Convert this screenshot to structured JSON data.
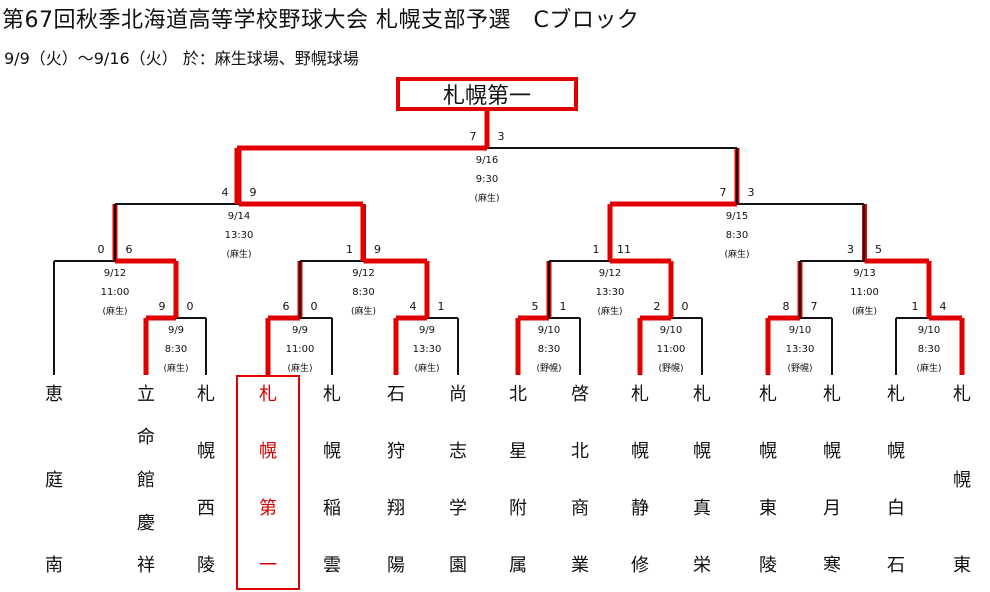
{
  "title": "第67回秋季北海道高等学校野球大会 札幌支部予選　Cブロック",
  "subtitle": "9/9（火）〜9/16（火） 於：麻生球場、野幌球場",
  "champion": "札幌第一",
  "teams": [
    {
      "name": "恵庭南",
      "chars": [
        "恵",
        "庭",
        "南"
      ],
      "layout": "c3"
    },
    {
      "name": "立命館慶祥",
      "chars": [
        "立",
        "命",
        "館",
        "慶",
        "祥"
      ],
      "layout": "c5"
    },
    {
      "name": "札幌西陵",
      "chars": [
        "札",
        "幌",
        "西",
        "陵"
      ],
      "layout": "c4"
    },
    {
      "name": "札幌第一",
      "chars": [
        "札",
        "幌",
        "第",
        "一"
      ],
      "layout": "c4",
      "winner": true
    },
    {
      "name": "札幌稲雲",
      "chars": [
        "札",
        "幌",
        "稲",
        "雲"
      ],
      "layout": "c4"
    },
    {
      "name": "石狩翔陽",
      "chars": [
        "石",
        "狩",
        "翔",
        "陽"
      ],
      "layout": "c4"
    },
    {
      "name": "尚志学園",
      "chars": [
        "尚",
        "志",
        "学",
        "園"
      ],
      "layout": "c4"
    },
    {
      "name": "北星附属",
      "chars": [
        "北",
        "星",
        "附",
        "属"
      ],
      "layout": "c4"
    },
    {
      "name": "啓北商業",
      "chars": [
        "啓",
        "北",
        "商",
        "業"
      ],
      "layout": "c4"
    },
    {
      "name": "札幌静修",
      "chars": [
        "札",
        "幌",
        "静",
        "修"
      ],
      "layout": "c4"
    },
    {
      "name": "札幌真栄",
      "chars": [
        "札",
        "幌",
        "真",
        "栄"
      ],
      "layout": "c4"
    },
    {
      "name": "札幌東陵",
      "chars": [
        "札",
        "幌",
        "東",
        "陵"
      ],
      "layout": "c4"
    },
    {
      "name": "札幌月寒",
      "chars": [
        "札",
        "幌",
        "月",
        "寒"
      ],
      "layout": "c4"
    },
    {
      "name": "札幌白石",
      "chars": [
        "札",
        "幌",
        "白",
        "石"
      ],
      "layout": "c4"
    },
    {
      "name": "札幌東",
      "chars": [
        "札",
        "幌",
        "東"
      ],
      "layout": "c3b"
    }
  ],
  "matches": [
    {
      "id": "r1a",
      "date": "9/9",
      "time": "8:30",
      "venue": "(麻生)",
      "left_score": "9",
      "right_score": "0"
    },
    {
      "id": "r1b",
      "date": "9/9",
      "time": "11:00",
      "venue": "(麻生)",
      "left_score": "6",
      "right_score": "0"
    },
    {
      "id": "r1c",
      "date": "9/9",
      "time": "13:30",
      "venue": "(麻生)",
      "left_score": "4",
      "right_score": "1"
    },
    {
      "id": "r1d",
      "date": "9/10",
      "time": "8:30",
      "venue": "(野幌)",
      "left_score": "5",
      "right_score": "1"
    },
    {
      "id": "r1e",
      "date": "9/10",
      "time": "11:00",
      "venue": "(野幌)",
      "left_score": "2",
      "right_score": "0"
    },
    {
      "id": "r1f",
      "date": "9/10",
      "time": "13:30",
      "venue": "(野幌)",
      "left_score": "8",
      "right_score": "7"
    },
    {
      "id": "r1g",
      "date": "9/10",
      "time": "8:30",
      "venue": "(麻生)",
      "left_score": "1",
      "right_score": "4"
    },
    {
      "id": "r2a",
      "date": "9/12",
      "time": "11:00",
      "venue": "(麻生)",
      "left_score": "0",
      "right_score": "6"
    },
    {
      "id": "r2b",
      "date": "9/12",
      "time": "8:30",
      "venue": "(麻生)",
      "left_score": "1",
      "right_score": "9"
    },
    {
      "id": "r2c",
      "date": "9/12",
      "time": "13:30",
      "venue": "(麻生)",
      "left_score": "1",
      "right_score": "11"
    },
    {
      "id": "r2d",
      "date": "9/13",
      "time": "11:00",
      "venue": "(麻生)",
      "left_score": "3",
      "right_score": "5"
    },
    {
      "id": "sfa",
      "date": "9/14",
      "time": "13:30",
      "venue": "(麻生)",
      "left_score": "4",
      "right_score": "9"
    },
    {
      "id": "sfb",
      "date": "9/15",
      "time": "8:30",
      "venue": "(麻生)",
      "left_score": "7",
      "right_score": "3"
    },
    {
      "id": "final",
      "date": "9/16",
      "time": "9:30",
      "venue": "(麻生)",
      "left_score": "7",
      "right_score": "3"
    }
  ],
  "colors": {
    "winner_line": "#e00000",
    "line": "#111111",
    "winner_text": "#d40000"
  }
}
